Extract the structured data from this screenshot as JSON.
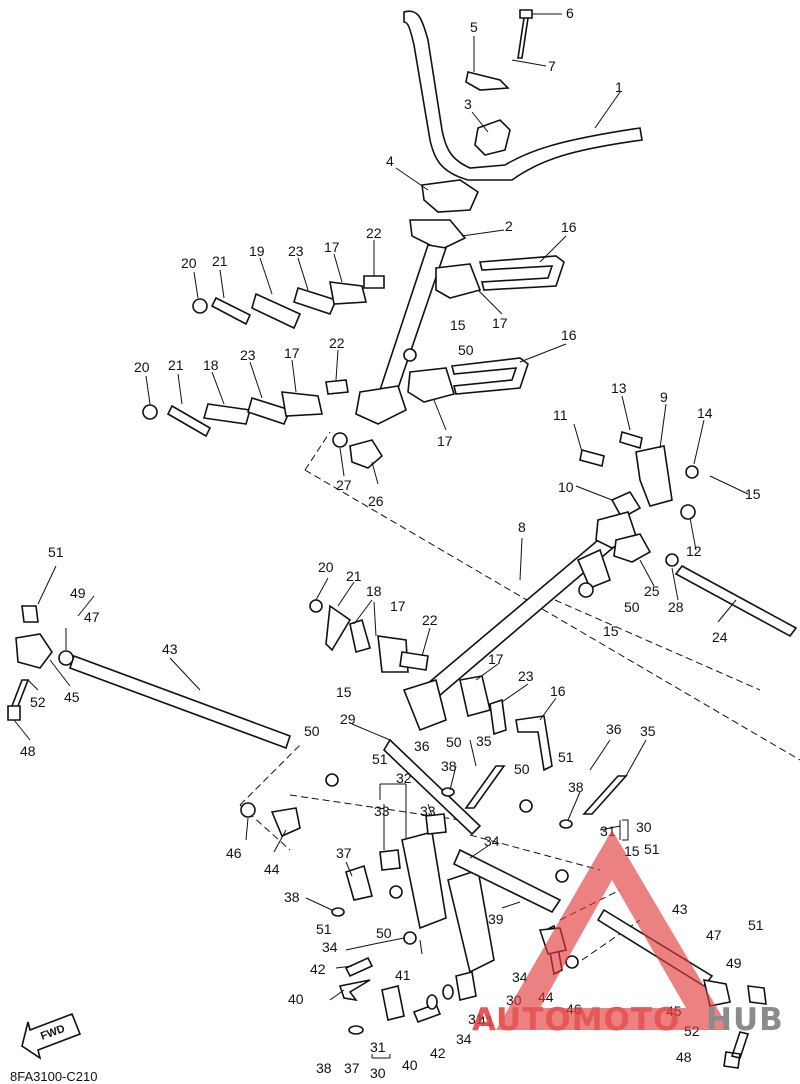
{
  "diagram": {
    "catalog_code": "8FA3100-C210",
    "fwd_label": "FWD",
    "watermark": {
      "word_a": "AUTOMOTO",
      "word_b": "HUB",
      "color_a": "#e23a3a",
      "color_b": "#777777"
    },
    "labels": [
      "1",
      "2",
      "3",
      "4",
      "5",
      "6",
      "7",
      "8",
      "9",
      "10",
      "11",
      "12",
      "13",
      "14",
      "15",
      "15",
      "15",
      "15",
      "15",
      "16",
      "16",
      "16",
      "17",
      "17",
      "17",
      "17",
      "17",
      "17",
      "18",
      "18",
      "19",
      "20",
      "20",
      "20",
      "21",
      "21",
      "21",
      "22",
      "22",
      "22",
      "23",
      "23",
      "23",
      "24",
      "25",
      "26",
      "27",
      "28",
      "29",
      "30",
      "30",
      "30",
      "31",
      "31",
      "31",
      "32",
      "33",
      "33",
      "34",
      "34",
      "34",
      "34",
      "35",
      "35",
      "36",
      "36",
      "37",
      "37",
      "38",
      "38",
      "38",
      "38",
      "39",
      "40",
      "40",
      "41",
      "41",
      "42",
      "42",
      "43",
      "43",
      "44",
      "44",
      "45",
      "45",
      "46",
      "46",
      "47",
      "47",
      "48",
      "48",
      "49",
      "49",
      "50",
      "50",
      "50",
      "50",
      "50",
      "50",
      "51",
      "51",
      "51",
      "51",
      "51",
      "51",
      "52",
      "52"
    ]
  }
}
